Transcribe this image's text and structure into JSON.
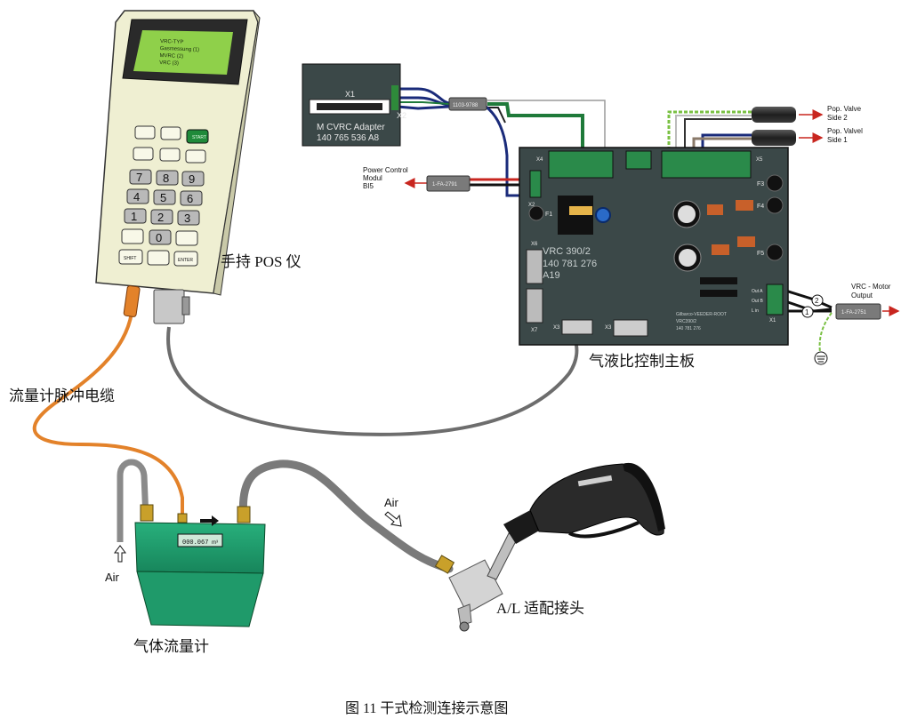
{
  "handheld": {
    "screen_lines": [
      "VRC-TYP",
      "Gasmessung   (1)",
      "MVRC          (2)",
      "VRC           (3)"
    ],
    "start_key": "START",
    "keys": [
      "7",
      "8",
      "9",
      "4",
      "5",
      "6",
      "1",
      "2",
      "3",
      "0"
    ],
    "shift_key": "SHIFT",
    "enter_key": "ENTER",
    "label": "手持 POS 仪"
  },
  "adapter": {
    "x1": "X1",
    "x2": "X2",
    "name": "M CVRC Adapter",
    "part": "140 765 536 A8",
    "cable_tag": "1103-9788"
  },
  "board": {
    "x4": "X4",
    "x5": "X5",
    "x2": "X2",
    "f1": "F1",
    "f3": "F3",
    "f4": "F4",
    "f5": "F5",
    "x6": "X6",
    "x7": "X7",
    "x3a": "X3",
    "x3b": "X3",
    "x1": "X1",
    "model": "VRC 390/2",
    "part": "140 781 276",
    "rev": "A19",
    "brand": "Gilbarco-VEEDER-ROOT",
    "small_model": "VRC390/2",
    "small_part": "140 781 276",
    "out_a": "Out A",
    "out_b": "Out B",
    "lin": "L in",
    "label": "气液比控制主板"
  },
  "power": {
    "line1": "Power Control",
    "line2": "Modul",
    "line3": "BI5",
    "tag": "1-FA-2791"
  },
  "valves": {
    "side2_line1": "Pop. Valve",
    "side2_line2": "Side 2",
    "side1_line1": "Pop. Valvel",
    "side1_line2": "Side 1"
  },
  "motor": {
    "line1": "VRC - Motor",
    "line2": "Output",
    "tag": "1-FA-2751",
    "num1": "1",
    "num2": "2"
  },
  "meter": {
    "display": "000.067",
    "unit": "m³",
    "label": "气体流量计"
  },
  "labels": {
    "pulse_cable": "流量计脉冲电缆",
    "air_left": "Air",
    "air_right": "Air",
    "adapter_joint": "A/L  适配接头",
    "caption": "图  11  干式检测连接示意图"
  },
  "colors": {
    "board": "#3b4848",
    "meter": "#1f9a6a",
    "handheld": "#efefd2",
    "lcd": "#8fd04a",
    "orange_cable": "#e3822a",
    "grey_cable": "#6d6d6d"
  }
}
